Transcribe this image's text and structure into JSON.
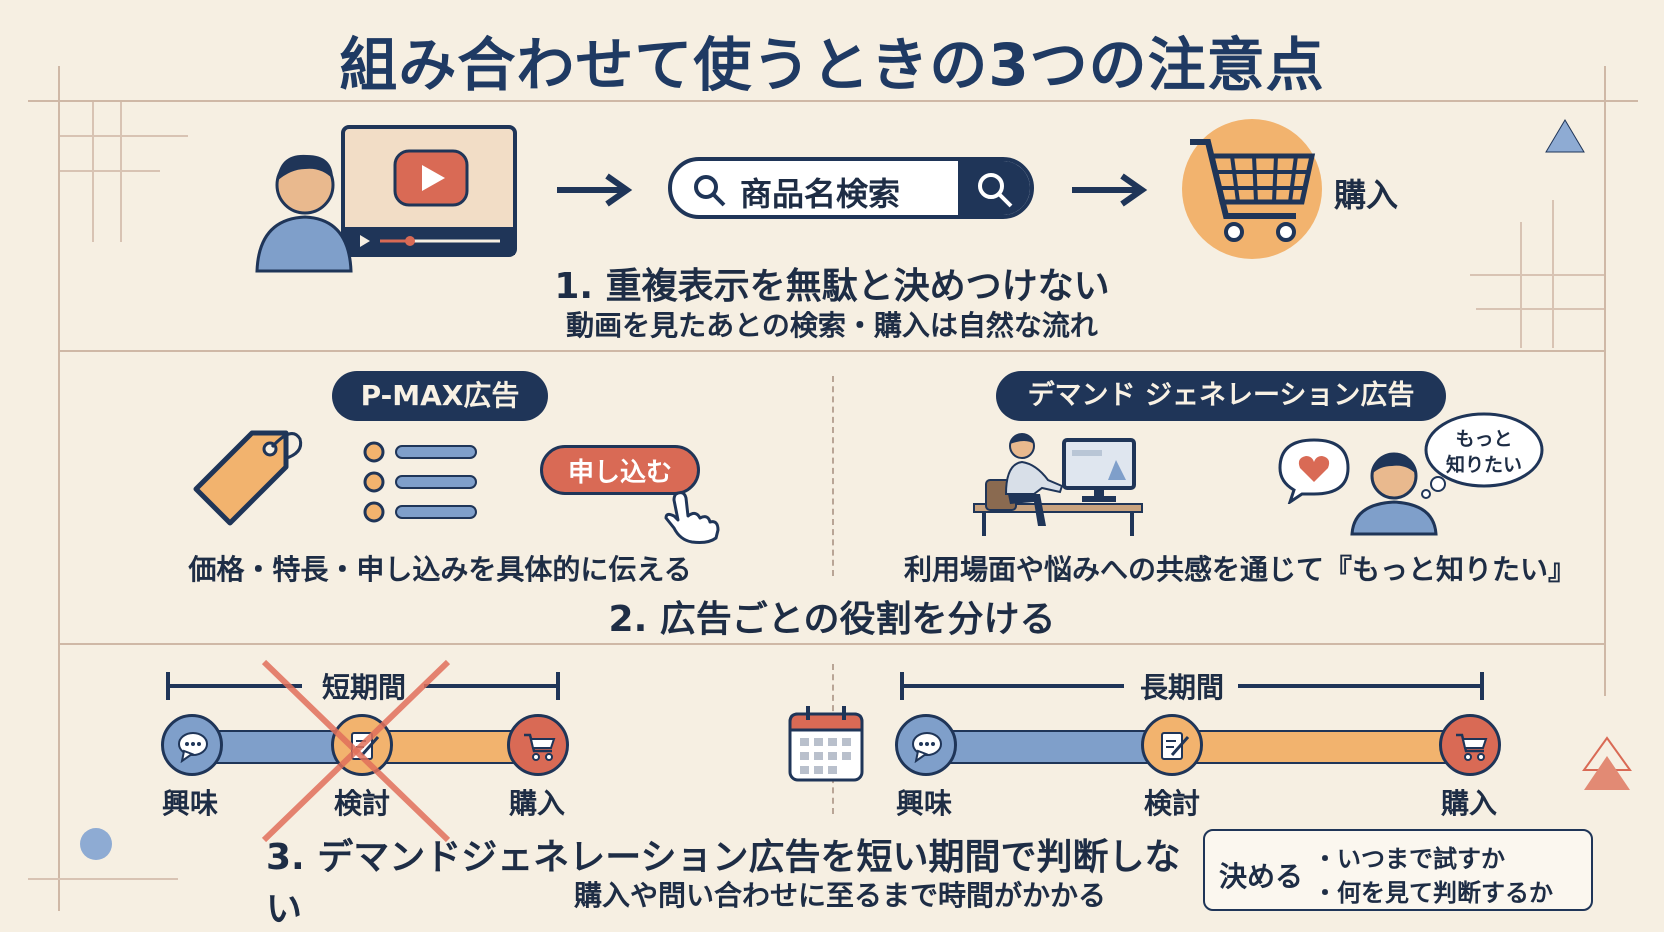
{
  "title": "組み合わせて使うときの3つの注意点",
  "section1": {
    "search_text": "商品名検索",
    "purchase_label": "購入",
    "heading": "1. 重複表示を無駄と決めつけない",
    "subheading": "動画を見たあとの検索・購入は自然な流れ"
  },
  "section2": {
    "left_pill": "P-MAX広告",
    "apply_button": "申し込む",
    "left_caption": "価格・特長・申し込みを具体的に伝える",
    "right_pill": "デマンド ジェネレーション広告",
    "bubble_line1": "もっと",
    "bubble_line2": "知りたい",
    "right_caption": "利用場面や悩みへの共感を通じて『もっと知りたい』",
    "heading": "2. 広告ごとの役割を分ける"
  },
  "section3": {
    "short_label": "短期間",
    "long_label": "長期間",
    "stage_interest": "興味",
    "stage_consider": "検討",
    "stage_purchase": "購入",
    "heading": "3. デマンドジェネレーション広告を短い期間で判断しない",
    "subheading": "購入や問い合わせに至るまで時間がかかる",
    "decide_label": "決める",
    "decide_item1": "・いつまで試すか",
    "decide_item2": "・何を見て判断するか"
  },
  "colors": {
    "navy": "#1f3558",
    "blue": "#7f9fca",
    "orange": "#f2b36e",
    "red": "#d96a55",
    "background": "#f6efe2"
  }
}
